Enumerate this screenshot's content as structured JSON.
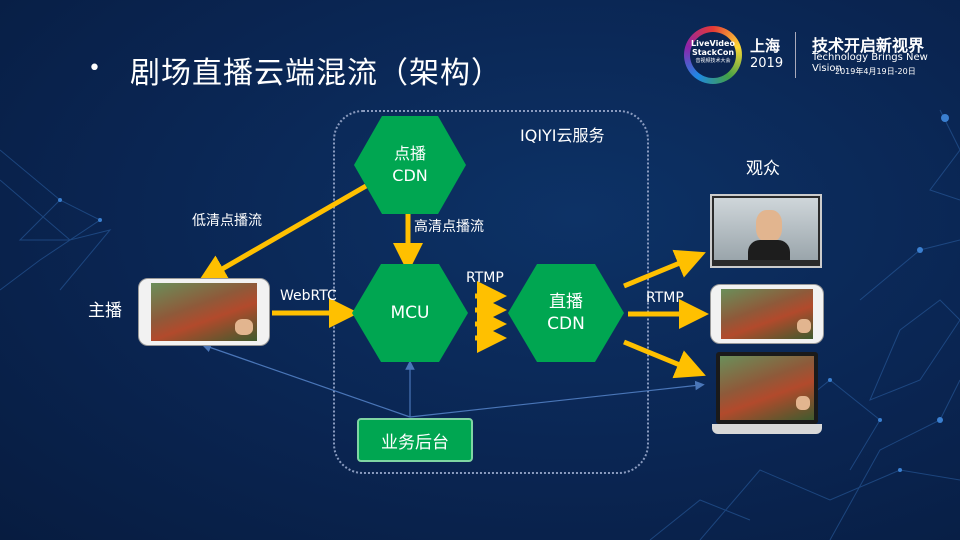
{
  "slide": {
    "bullet": "•",
    "title": "剧场直播云端混流（架构）"
  },
  "conference": {
    "logo_line1": "LiveVideo",
    "logo_line2": "StackCon",
    "logo_line3": "音视频技术大会",
    "city": "上海",
    "year": "2019",
    "slogan": "技术开启新视界",
    "slogan_en": "Technology Brings New Vision",
    "date": "2019年4月19日-20日"
  },
  "diagram": {
    "cloud_label": "IQIYI云服务",
    "vod_cdn": {
      "line1": "点播",
      "line2": "CDN"
    },
    "mcu": "MCU",
    "live_cdn": {
      "line1": "直播",
      "line2": "CDN"
    },
    "backend": "业务后台",
    "anchor": "主播",
    "audience": "观众",
    "edge_low_vod": "低清点播流",
    "edge_high_vod": "高清点播流",
    "edge_webrtc": "WebRTC",
    "edge_rtmp_in": "RTMP",
    "edge_rtmp_out": "RTMP"
  },
  "colors": {
    "node_fill": "#00a651",
    "arrow_main": "#ffc000",
    "arrow_control": "#4a76b8",
    "background": "#0a2552"
  }
}
